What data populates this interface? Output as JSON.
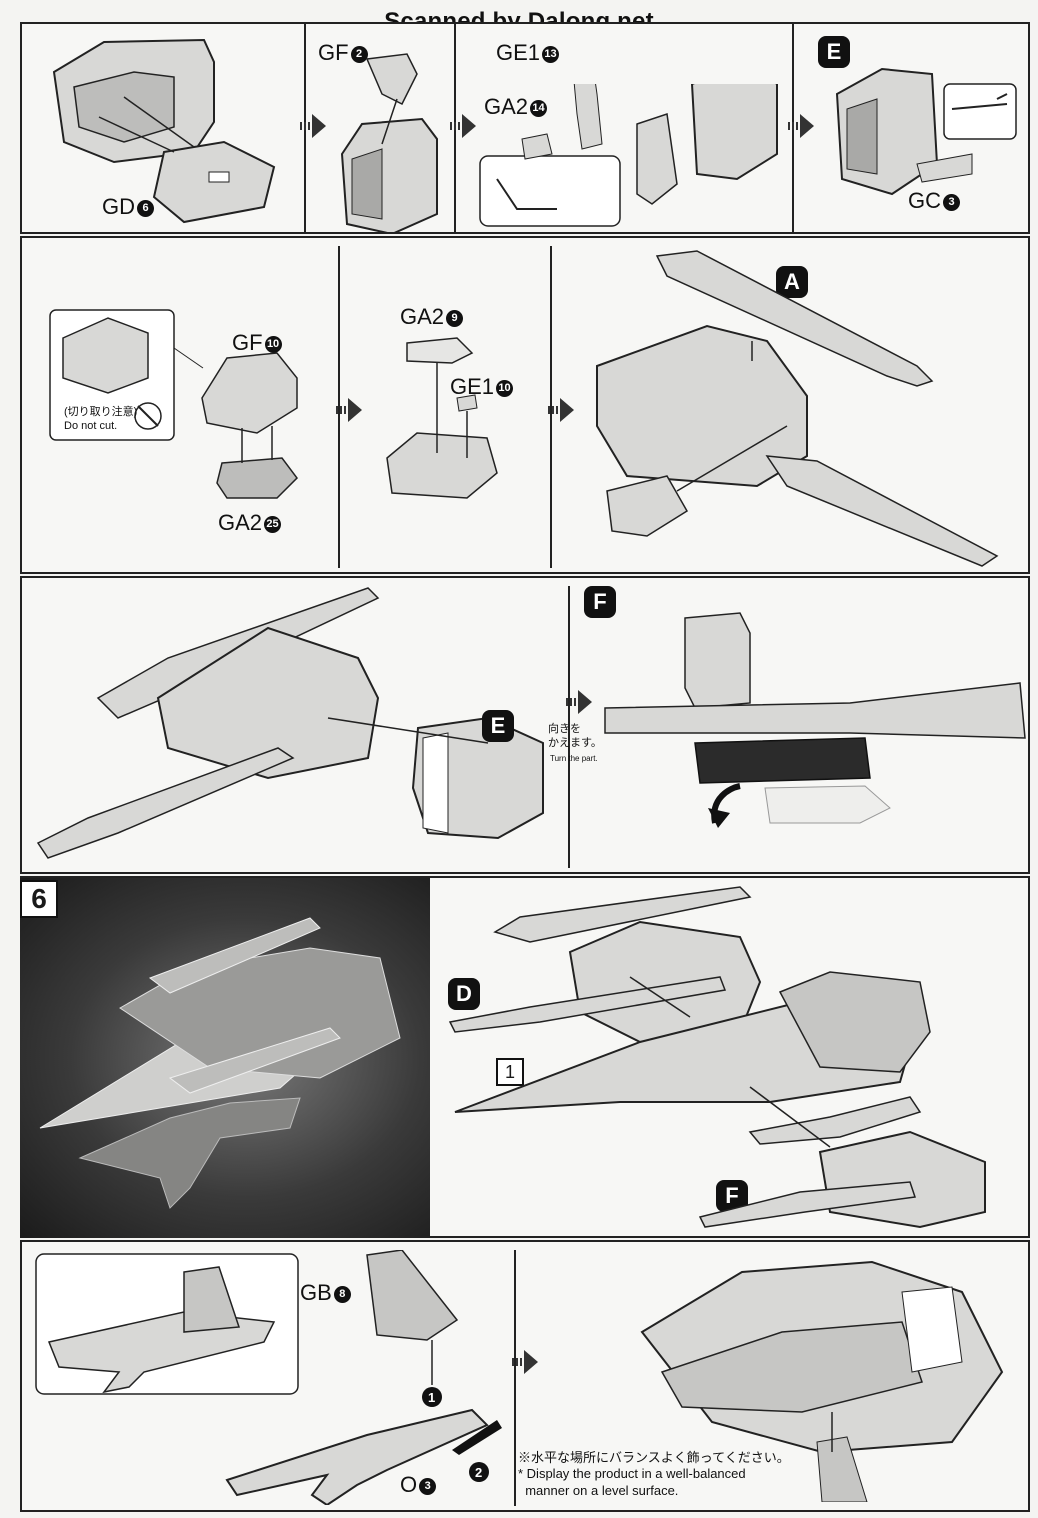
{
  "watermark": "Scanned by Dalong.net",
  "row1": {
    "labels": {
      "gd": "GD",
      "gd_num": "6",
      "gf": "GF",
      "gf_num": "2",
      "ge": "GE1",
      "ge_num": "13",
      "ga": "GA2",
      "ga_num": "14",
      "gc": "GC",
      "gc_num": "3"
    },
    "badge_e": "E"
  },
  "row2": {
    "labels": {
      "gf": "GF",
      "gf_num": "10",
      "ga_a": "GA2",
      "ga_a_num": "25",
      "ga_b": "GA2",
      "ga_b_num": "9",
      "ge": "GE1",
      "ge_num": "10"
    },
    "caution_jp": "(切り取り注意)",
    "caution_en": "Do not cut.",
    "badge_a": "A"
  },
  "row3": {
    "badge_e": "E",
    "badge_f": "F",
    "turn_jp": "向きを\nかえます。",
    "turn_en": "Turn the part."
  },
  "row4": {
    "step": "6",
    "badge_d": "D",
    "badge_f": "F",
    "box_num": "1"
  },
  "row5": {
    "labels": {
      "gb": "GB",
      "gb_num": "8",
      "o": "O",
      "o_num": "3"
    },
    "order1": "1",
    "order2": "2",
    "note_jp": "※水平な場所にバランスよく飾ってください。",
    "note_en": "* Display the product in a well-balanced\n  manner on a level surface."
  },
  "colors": {
    "ink": "#111111",
    "part_fill": "#d8d8d6",
    "part_dark": "#a9a9a7",
    "panel_bg": "#f7f7f5",
    "photo_bg": "#3a3a3a"
  }
}
